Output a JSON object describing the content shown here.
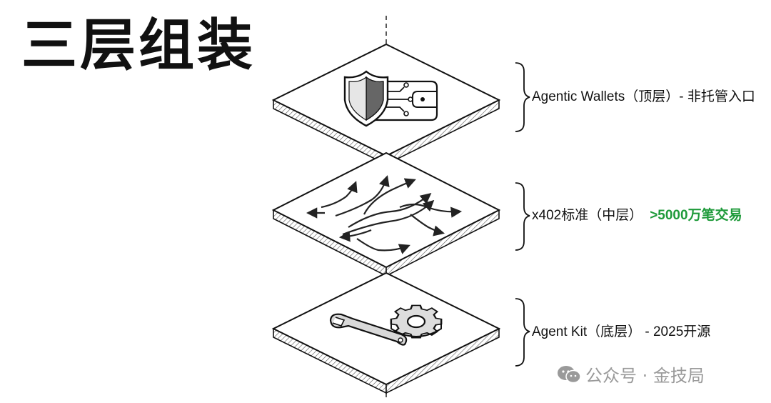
{
  "title": "三层组装",
  "layers": [
    {
      "label": "Agentic Wallets（顶层）- 非托管入口",
      "highlight": "",
      "icon": "shield-wallet-icon"
    },
    {
      "label": "x402标准（中层）",
      "highlight": ">5000万笔交易",
      "icon": "flow-arrows-icon"
    },
    {
      "label": "Agent Kit（底层） - 2025开源",
      "highlight": "",
      "icon": "wrench-gear-icon"
    }
  ],
  "watermark": "公众号 · 金技局",
  "colors": {
    "highlight": "#1e9a3a",
    "ink": "#111111",
    "watermark": "#9a9a9a"
  }
}
